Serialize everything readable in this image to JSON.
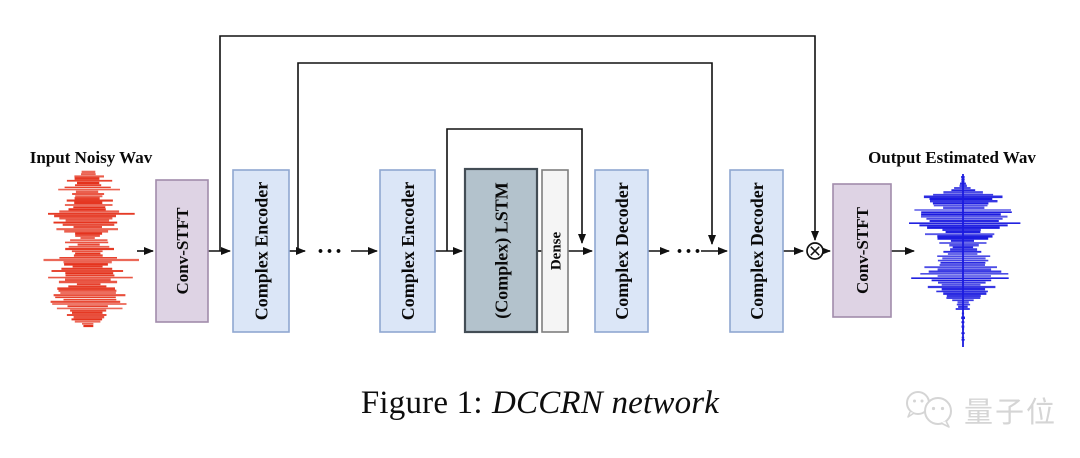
{
  "figure": {
    "caption_prefix": "Figure 1:",
    "caption_title": "DCCRN network"
  },
  "diagram": {
    "input_label": "Input Noisy Wav",
    "output_label": "Output Estimated Wav",
    "ellipsis": "...",
    "multiply_operator": "⊗",
    "blocks": [
      {
        "id": "conv-stft-in",
        "label": "Conv-STFT",
        "type": "stft"
      },
      {
        "id": "complex-encoder-1",
        "label": "Complex Encoder",
        "type": "encoder"
      },
      {
        "id": "complex-encoder-n",
        "label": "Complex Encoder",
        "type": "encoder"
      },
      {
        "id": "complex-lstm",
        "label": "(Complex) LSTM",
        "type": "lstm"
      },
      {
        "id": "dense",
        "label": "Dense",
        "type": "dense"
      },
      {
        "id": "complex-decoder-1",
        "label": "Complex Decoder",
        "type": "decoder"
      },
      {
        "id": "complex-decoder-n",
        "label": "Complex Decoder",
        "type": "decoder"
      },
      {
        "id": "conv-stft-out",
        "label": "Conv-STFT",
        "type": "stft"
      }
    ],
    "colors": {
      "input_wave": "#e4301a",
      "output_wave": "#1b1bdf",
      "encoder_fill": "#dbe6f7",
      "encoder_stroke": "#8fa7d1",
      "lstm_fill": "#b3c2cc",
      "lstm_stroke": "#434d55",
      "dense_fill": "#f5f5f5",
      "dense_stroke": "#7f7f7f",
      "stft_fill": "#ded3e4",
      "stft_stroke": "#a18cab",
      "line": "#111111"
    }
  },
  "watermark": {
    "text": "量子位"
  }
}
